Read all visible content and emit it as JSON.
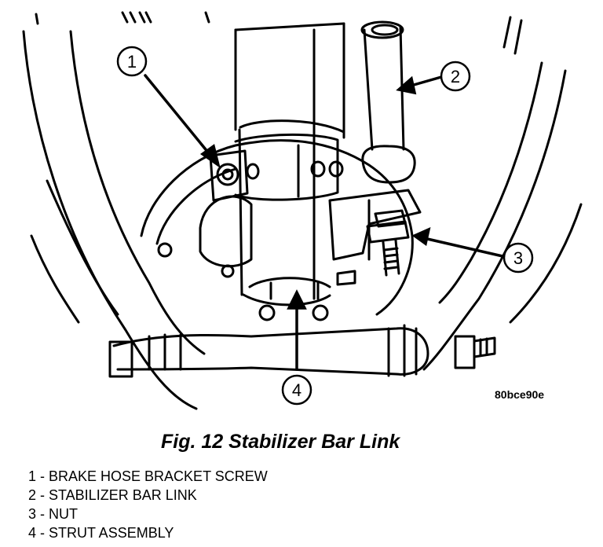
{
  "figure": {
    "code": "80bce90e",
    "caption": "Fig. 12 Stabilizer Bar Link",
    "callouts": [
      "1",
      "2",
      "3",
      "4"
    ],
    "legend": [
      "1 - BRAKE HOSE BRACKET SCREW",
      "2 - STABILIZER BAR LINK",
      "3 - NUT",
      "4 - STRUT ASSEMBLY"
    ]
  }
}
